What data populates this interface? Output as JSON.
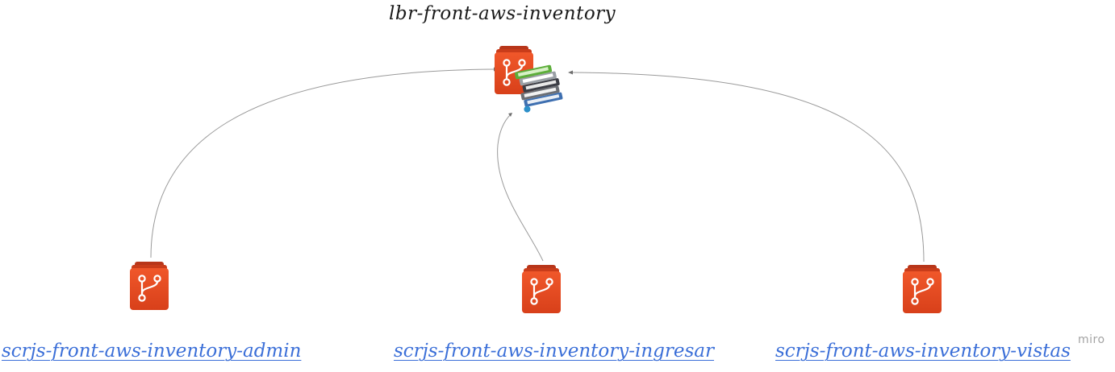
{
  "diagram": {
    "library": {
      "label": "lbr-front-aws-inventory",
      "icon": "git-repository-icon"
    },
    "repositories": [
      {
        "label": "scrjs-front-aws-inventory-admin",
        "icon": "git-repository-icon"
      },
      {
        "label": "scrjs-front-aws-inventory-ingresar",
        "icon": "git-repository-icon"
      },
      {
        "label": "scrjs-front-aws-inventory-vistas",
        "icon": "git-repository-icon"
      }
    ],
    "badge_icon": "books-icon",
    "connector_color": "#9a9a9a",
    "icon_color": "#e2481a",
    "link_color": "#3b6fd8"
  },
  "watermark": "miro"
}
